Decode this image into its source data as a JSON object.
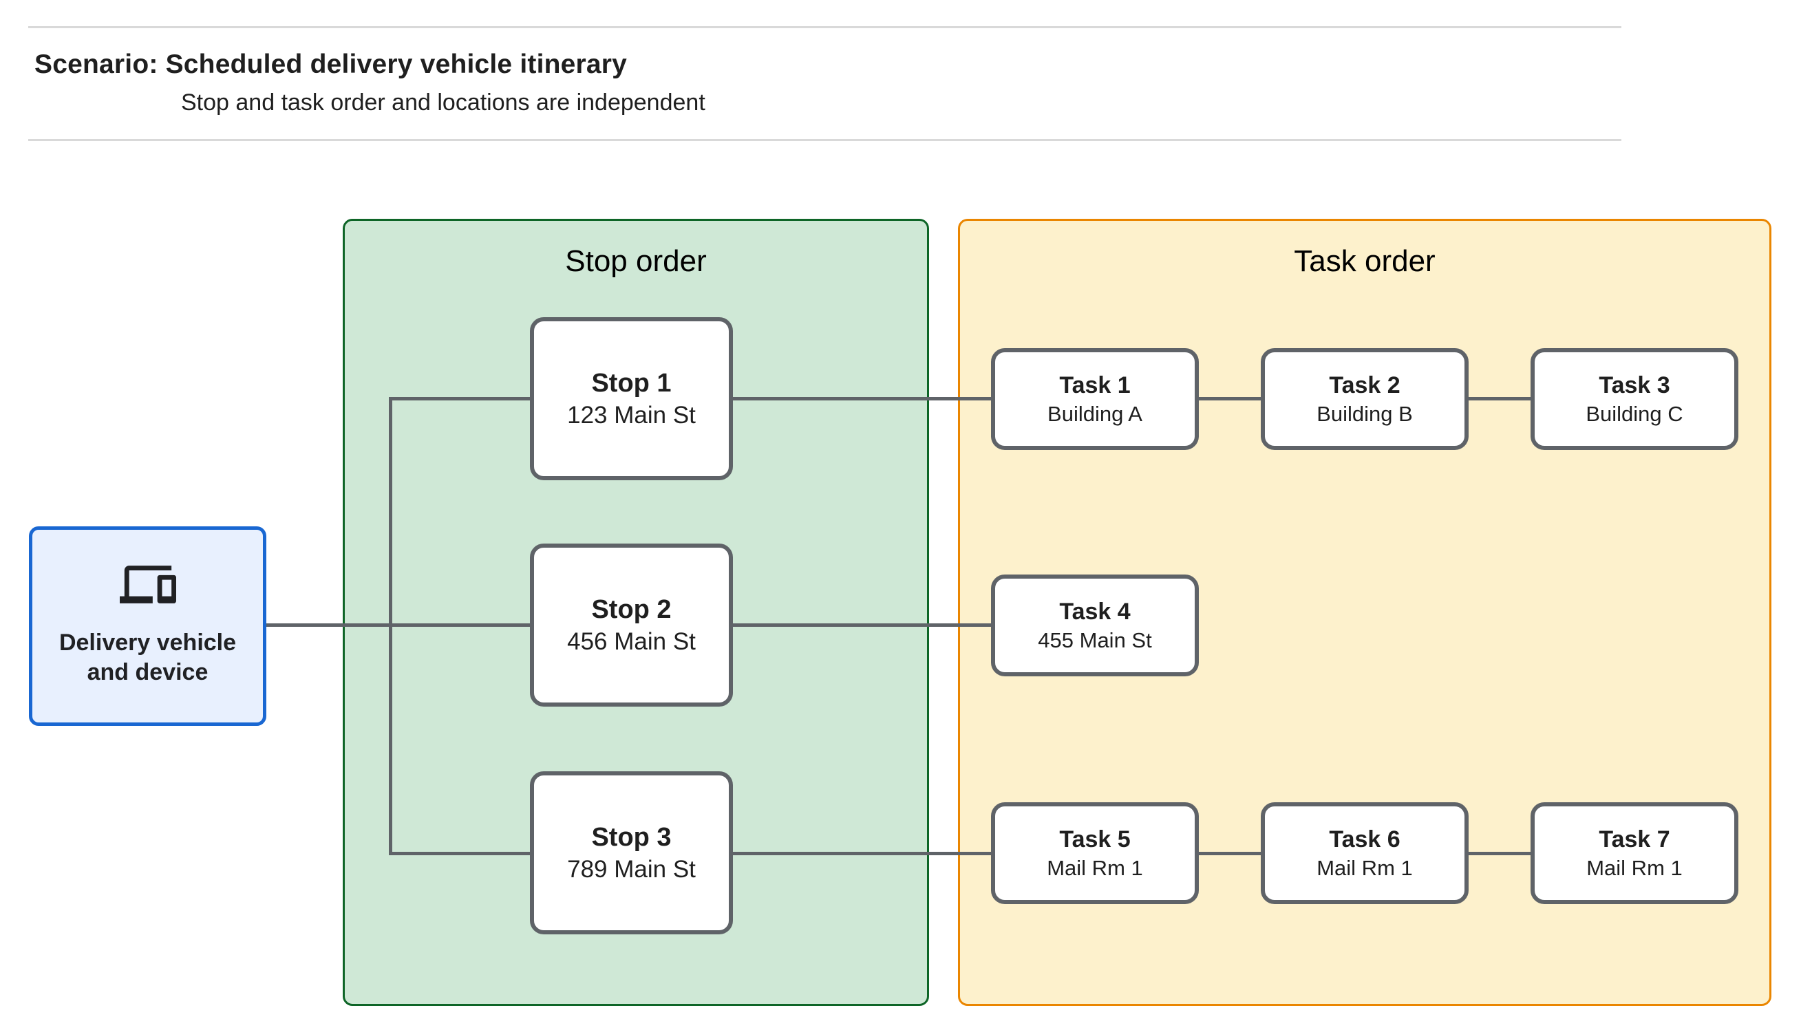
{
  "colors": {
    "page-bg": "#ffffff",
    "hairline": "#d9d9d9",
    "text": "#1f1f1f",
    "green-fill": "#cfe8d6",
    "green-border": "#0e6527",
    "yellow-fill": "#fdf1cc",
    "yellow-border": "#ea8600",
    "blue-fill": "#e8f0fe",
    "blue-border": "#1967d2",
    "node-border": "#5f6368",
    "connector": "#5f6368"
  },
  "header": {
    "title": "Scenario: Scheduled delivery vehicle itinerary",
    "subtitle": "Stop and task order and locations are independent"
  },
  "vehicle": {
    "label": "Delivery vehicle and device",
    "icon": "devices-icon"
  },
  "panels": {
    "stops": {
      "title": "Stop order"
    },
    "tasks": {
      "title": "Task order"
    }
  },
  "stops": [
    {
      "title": "Stop 1",
      "location": "123 Main St"
    },
    {
      "title": "Stop 2",
      "location": "456 Main St"
    },
    {
      "title": "Stop 3",
      "location": "789 Main St"
    }
  ],
  "tasks": [
    {
      "title": "Task 1",
      "location": "Building A"
    },
    {
      "title": "Task 2",
      "location": "Building B"
    },
    {
      "title": "Task 3",
      "location": "Building C"
    },
    {
      "title": "Task 4",
      "location": "455 Main St"
    },
    {
      "title": "Task 5",
      "location": "Mail Rm 1"
    },
    {
      "title": "Task 6",
      "location": "Mail Rm 1"
    },
    {
      "title": "Task 7",
      "location": "Mail Rm 1"
    }
  ]
}
